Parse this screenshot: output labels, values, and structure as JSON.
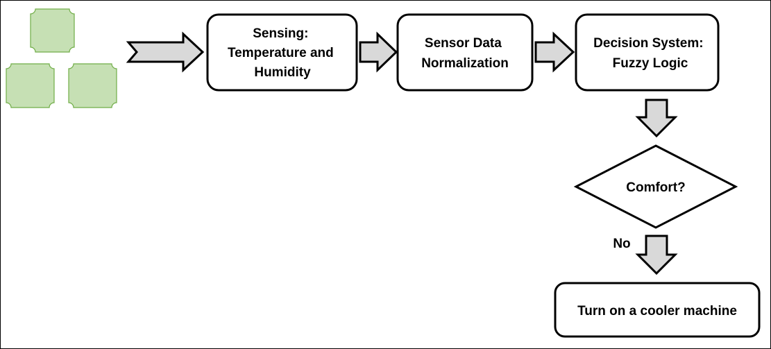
{
  "nodes": {
    "sensing": {
      "lines": [
        "Sensing:",
        "Temperature and",
        "Humidity"
      ]
    },
    "normalization": {
      "lines": [
        "Sensor Data",
        "Normalization"
      ]
    },
    "decision": {
      "lines": [
        "Decision System:",
        "Fuzzy Logic"
      ]
    },
    "comfort": {
      "label": "Comfort?"
    },
    "cooler": {
      "label": "Turn on a cooler machine"
    }
  },
  "edges": {
    "comfort_to_cooler": {
      "label": "No"
    }
  },
  "colors": {
    "box_stroke": "#000000",
    "box_fill": "#ffffff",
    "arrow_fill": "#d9d9d9",
    "sensor_fill": "#c6e0b4",
    "sensor_stroke": "#70ad47"
  }
}
